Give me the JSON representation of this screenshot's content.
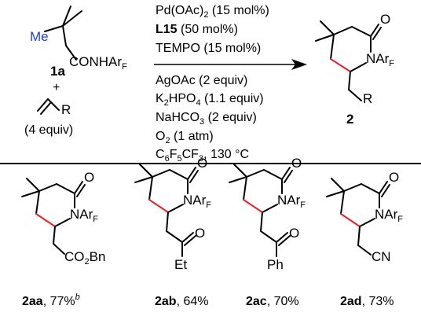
{
  "reaction": {
    "substrate": {
      "methyl_label": "Me",
      "amide_main": "CONHAr",
      "amide_sub": "F",
      "label": "1a"
    },
    "plus": "+",
    "alkene": {
      "r_label": "R",
      "equiv": "(4 equiv)"
    },
    "conditions_above": [
      {
        "pre": "Pd(OAc)",
        "sub": "2",
        "post": " (15 mol%)"
      },
      {
        "pre": "L15",
        "post": " (50 mol%)",
        "bold": true
      },
      {
        "pre": "TEMPO (15 mol%)"
      }
    ],
    "conditions_below": [
      {
        "pre": "AgOAc (2 equiv)"
      },
      {
        "pre": "K",
        "sub": "2",
        "mid": "HPO",
        "sub2": "4",
        "post": " (1.1 equiv)"
      },
      {
        "pre": "NaHCO",
        "sub": "3",
        "post": " (2 equiv)"
      },
      {
        "pre": "O",
        "sub": "2",
        "post": " (1 atm)"
      },
      {
        "pre": "C",
        "sub": "6",
        "mid": "F",
        "sub2": "5",
        "post": "CF",
        "sub3": "3",
        "post2": ", 130 °C"
      }
    ],
    "product": {
      "o_label": "O",
      "n_main": "NAr",
      "n_sub": "F",
      "r_label": "R",
      "label": "2"
    }
  },
  "examples": [
    {
      "id": "2aa",
      "yield": ", 77%",
      "note": "b",
      "substituent": "CO2Bn",
      "sub_main": "CO",
      "sub_sub": "2",
      "sub_post": "Bn"
    },
    {
      "id": "2ab",
      "yield": ", 64%",
      "note": "",
      "substituent": "Et"
    },
    {
      "id": "2ac",
      "yield": ", 70%",
      "note": "",
      "substituent": "Ph"
    },
    {
      "id": "2ad",
      "yield": ", 73%",
      "note": "",
      "substituent": "CN"
    }
  ],
  "common": {
    "o_label": "O",
    "n_main": "NAr",
    "n_sub": "F"
  },
  "colors": {
    "methyl": "#1a3de0",
    "new_bond": "#e8202a",
    "text": "#000000"
  }
}
